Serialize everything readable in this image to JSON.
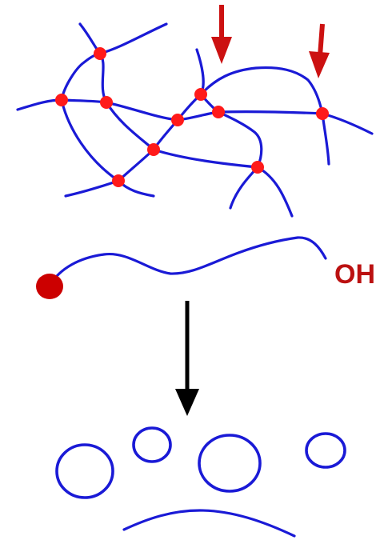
{
  "colors": {
    "polymer": "#1a1ad6",
    "crosslink": "#ff1a1a",
    "arrow_red": "#cc1111",
    "end_group": "#cc0000",
    "arrow_main": "#000000",
    "label": "#bb1111",
    "background": "#ffffff"
  },
  "linear_polymer": {
    "end_group_label": "OH"
  },
  "icons": {
    "cleavage_arrow": "down-arrow-red",
    "process_arrow": "down-arrow-black",
    "crosslink_node": "red-dot",
    "end_cap": "red-dot-large",
    "fragment": "circle-outline"
  }
}
